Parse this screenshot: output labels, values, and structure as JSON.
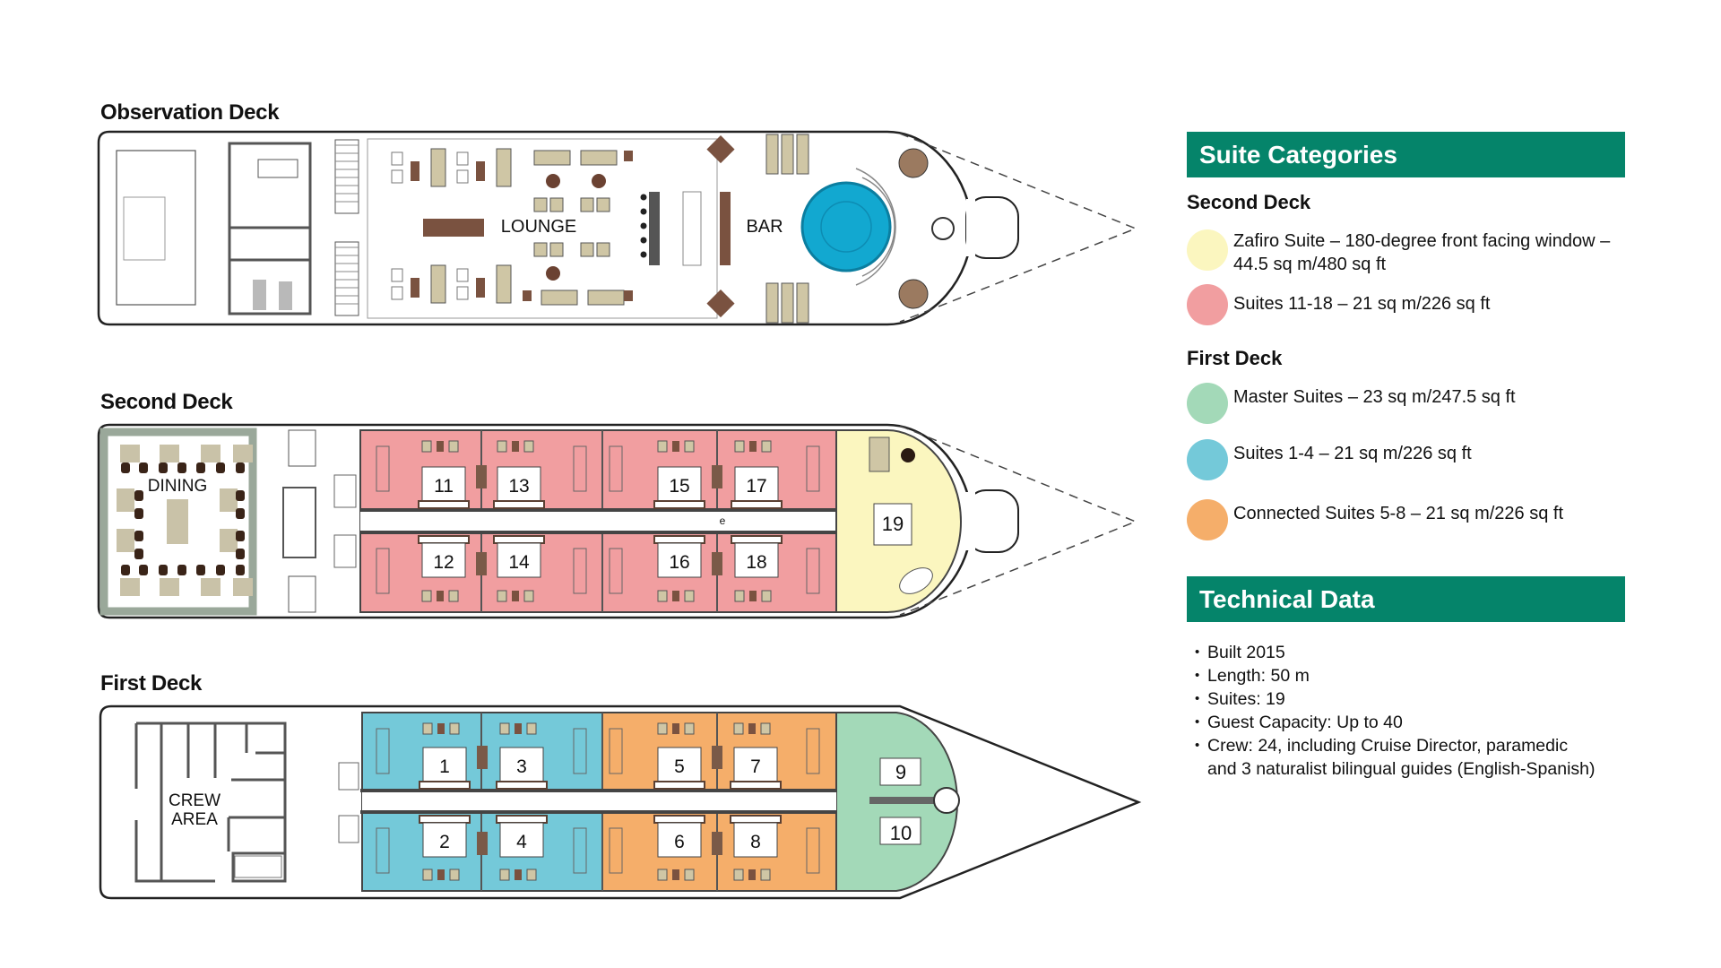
{
  "decks": {
    "observation": {
      "title": "Observation Deck",
      "lounge_label": "LOUNGE",
      "bar_label": "BAR"
    },
    "second": {
      "title": "Second Deck",
      "dining_label": "DINING",
      "corridor_mark": "e",
      "suites_top": [
        "11",
        "13",
        "15",
        "17"
      ],
      "suites_bottom": [
        "12",
        "14",
        "16",
        "18"
      ],
      "front_suite": "19"
    },
    "first": {
      "title": "First Deck",
      "crew_label_1": "CREW",
      "crew_label_2": "AREA",
      "suites_top": [
        "1",
        "3",
        "5",
        "7"
      ],
      "suites_bottom": [
        "2",
        "4",
        "6",
        "8"
      ],
      "master_top": "9",
      "master_bottom": "10"
    }
  },
  "suite_categories": {
    "title": "Suite Categories",
    "second_deck": {
      "heading": "Second Deck",
      "items": [
        {
          "label": "Zafiro Suite – 180-degree front facing window – 44.5 sq m/480 sq ft",
          "color": "#fbf6bf"
        },
        {
          "label": "Suites 11-18 – 21 sq m/226 sq ft",
          "color": "#f19ea0"
        }
      ]
    },
    "first_deck": {
      "heading": "First Deck",
      "items": [
        {
          "label": "Master Suites – 23 sq m/247.5 sq ft",
          "color": "#a3d9b8"
        },
        {
          "label": "Suites 1-4 – 21 sq m/226 sq ft",
          "color": "#74c9d9"
        },
        {
          "label": "Connected Suites 5-8 – 21 sq m/226 sq ft",
          "color": "#f5ae6a"
        }
      ]
    }
  },
  "technical_data": {
    "title": "Technical Data",
    "items": [
      "Built 2015",
      "Length: 50 m",
      "Suites: 19",
      "Guest Capacity: Up to 40",
      "Crew: 24, including Cruise Director, paramedic and 3 naturalist bilingual guides (English-Spanish)"
    ]
  },
  "colors": {
    "accent": "#05846a",
    "pool": "#12a8d0",
    "furniture": "#7a5240",
    "sofa": "#cfc6a5"
  }
}
